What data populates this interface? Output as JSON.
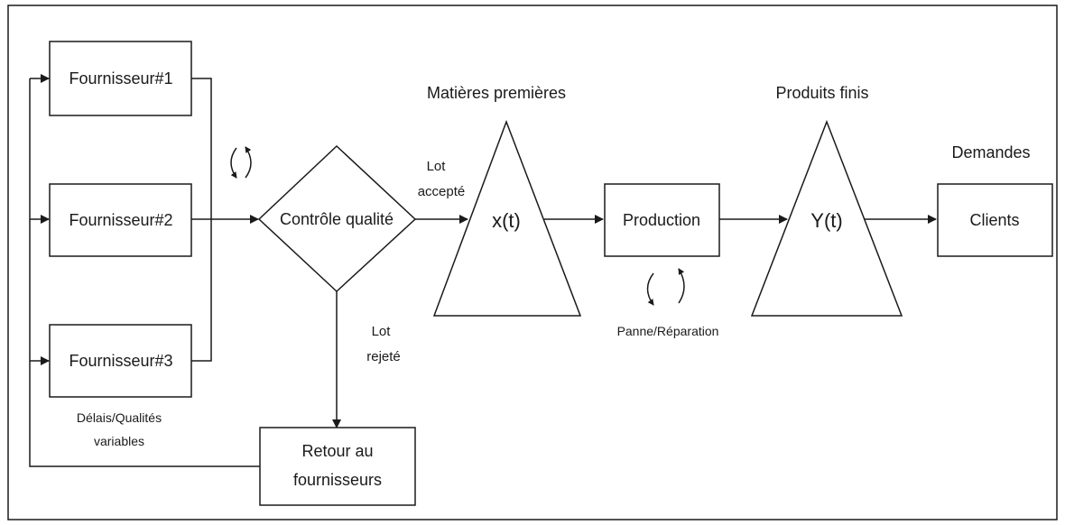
{
  "nodes": {
    "supplier_1": "Fournisseur#1",
    "supplier_2": "Fournisseur#2",
    "supplier_3": "Fournisseur#3",
    "quality_control": "Contrôle qualité",
    "raw_stock": "x(t)",
    "production": "Production",
    "finished_stock": "Y(t)",
    "clients": "Clients",
    "return_line1": "Retour au",
    "return_line2": "fournisseurs"
  },
  "labels": {
    "raw_materials": "Matières premières",
    "finished_products": "Produits finis",
    "demands": "Demandes",
    "accepted_line1": "Lot",
    "accepted_line2": "accepté",
    "rejected_line1": "Lot",
    "rejected_line2": "rejeté",
    "variable_line1": "Délais/Qualités",
    "variable_line2": "variables",
    "failure_repair": "Panne/Réparation"
  },
  "colors": {
    "stroke": "#1a1a1a",
    "background": "#ffffff"
  },
  "icons": [
    "cycle-arrows-icon",
    "cycle-arrows-icon"
  ]
}
